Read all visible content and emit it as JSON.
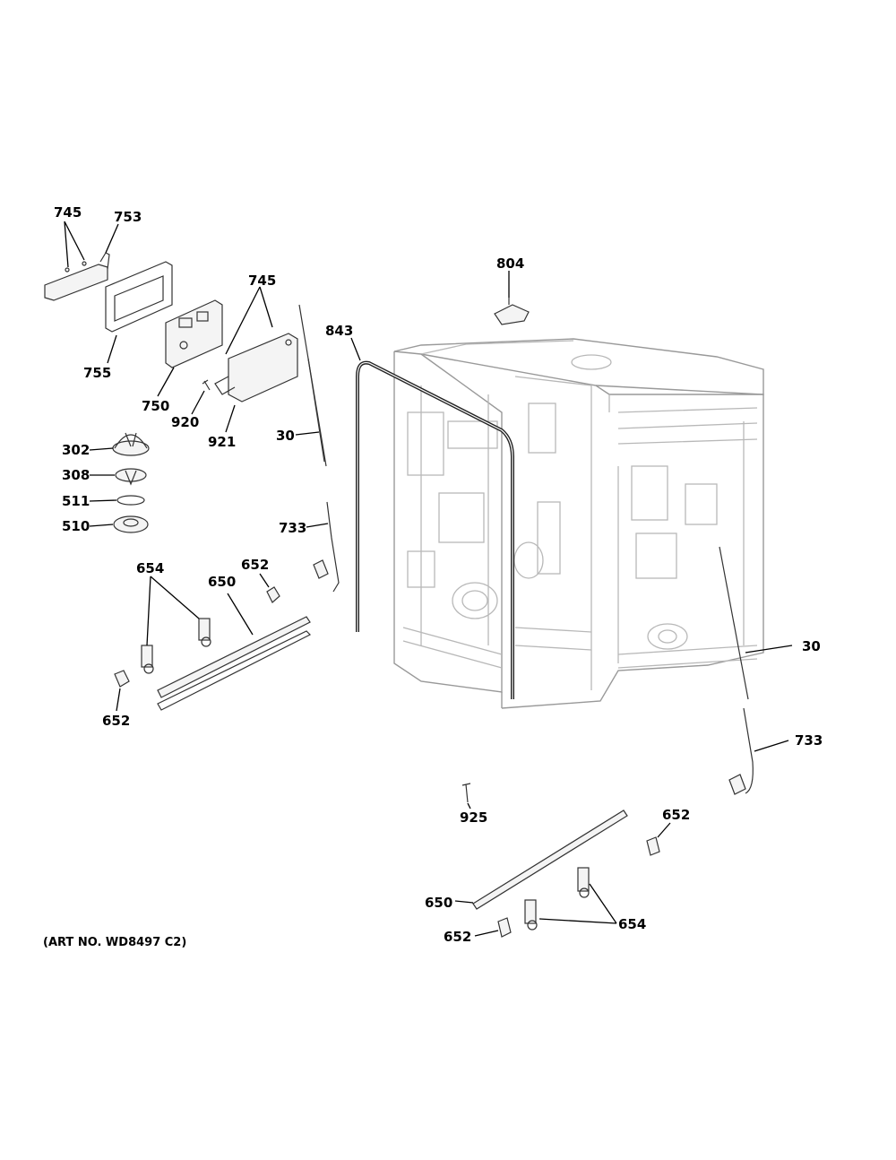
{
  "diagram": {
    "art_number": "(ART NO. WD8497 C2)",
    "callouts": {
      "c745_a": "745",
      "c753": "753",
      "c804": "804",
      "c745_b": "745",
      "c843": "843",
      "c755": "755",
      "c750": "750",
      "c920": "920",
      "c921": "921",
      "c30_a": "30",
      "c302": "302",
      "c308": "308",
      "c511": "511",
      "c510": "510",
      "c733_a": "733",
      "c654_a": "654",
      "c652_a": "652",
      "c650_a": "650",
      "c652_b": "652",
      "c30_b": "30",
      "c733_b": "733",
      "c925": "925",
      "c652_c": "652",
      "c650_b": "650",
      "c654_b": "654",
      "c652_d": "652"
    }
  }
}
